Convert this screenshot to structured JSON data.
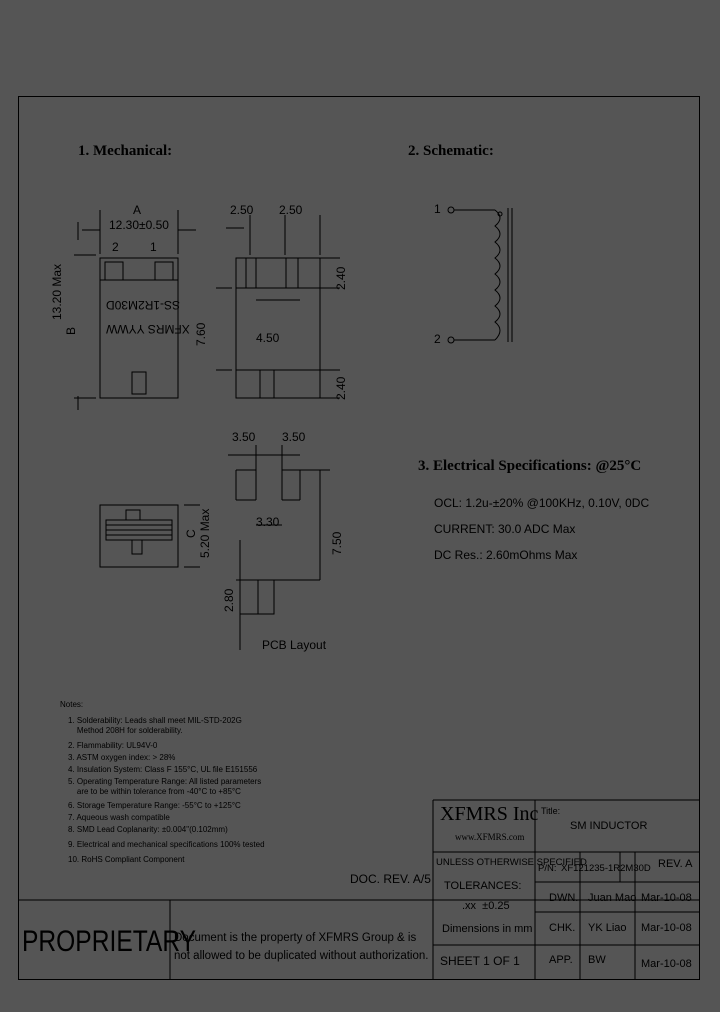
{
  "sections": {
    "mechanical": "1. Mechanical:",
    "schematic": "2. Schematic:",
    "electrical": "3. Electrical Specifications: @25°C"
  },
  "mechanical": {
    "dim_a_label": "A",
    "dim_a_value": "12.30±0.50",
    "dim_b_value": "13.20 Max",
    "dim_b_label": "B",
    "dim_c_value": "5.20 Max",
    "dim_c_label": "C",
    "pin_2": "2",
    "pin_1": "1",
    "marking_line1": "XFMRS YYWW",
    "marking_line2": "SS-1R2M30D",
    "pad_left": "2.50",
    "pad_right": "2.50",
    "pad_top_h": "2.40",
    "pad_bottom_h": "2.40",
    "body_height": "7.60",
    "body_gap": "4.50"
  },
  "pcb_layout": {
    "pad_w_left": "3.50",
    "pad_w_right": "3.50",
    "gap": "3.30",
    "span": "7.50",
    "pad_h": "2.80",
    "caption": "PCB Layout"
  },
  "schematic": {
    "pin1": "1",
    "pin2": "2"
  },
  "electrical": {
    "ocl": "OCL: 1.2u-±20% @100KHz, 0.10V, 0DC",
    "current": "CURRENT: 30.0 ADC Max",
    "dcr": "DC Res.: 2.60mOhms Max"
  },
  "notes": {
    "title": "Notes:",
    "items": [
      "1. Solderability: Leads shall meet MIL-STD-202G",
      "    Method 208H for solderability.",
      "2. Flammability: UL94V-0",
      "3. ASTM oxygen index: > 28%",
      "4. Insulation System: Class F 155°C, UL file E151556",
      "5. Operating Temperature Range: All listed parameters",
      "    are to be within tolerance from -40°C to +85°C",
      "6. Storage Temperature Range: -55°C to +125°C",
      "7. Aqueous wash compatible",
      "8. SMD Lead Coplanarity: ±0.004\"(0.102mm)",
      "9. Electrical and mechanical specifications 100% tested",
      "10. RoHS Compliant Component"
    ]
  },
  "doc_rev": "DOC. REV. A/5",
  "title_block": {
    "company": "XFMRS Inc",
    "website": "www.XFMRS.com",
    "title_label": "Title:",
    "title_value": "SM INDUCTOR",
    "unless": "UNLESS OTHERWISE SPECIFIED",
    "pn_label": "P/N:",
    "pn_value": "XF121235-1R2M30D",
    "rev": "REV. A",
    "tolerances": "TOLERANCES:",
    "tol_value": ".xx  ±0.25",
    "dimensions": "Dimensions in mm",
    "dwn_label": "DWN.",
    "dwn_name": "Juan Mao",
    "dwn_date": "Mar-10-08",
    "chk_label": "CHK.",
    "chk_name": "YK Liao",
    "chk_date": "Mar-10-08",
    "app_label": "APP.",
    "app_name": "BW",
    "app_date": "Mar-10-08",
    "sheet": "SHEET 1 OF 1"
  },
  "proprietary": {
    "label": "PROPRIETARY",
    "line1": "Document is the property of XFMRS Group & is",
    "line2": "not allowed to be duplicated without authorization."
  }
}
